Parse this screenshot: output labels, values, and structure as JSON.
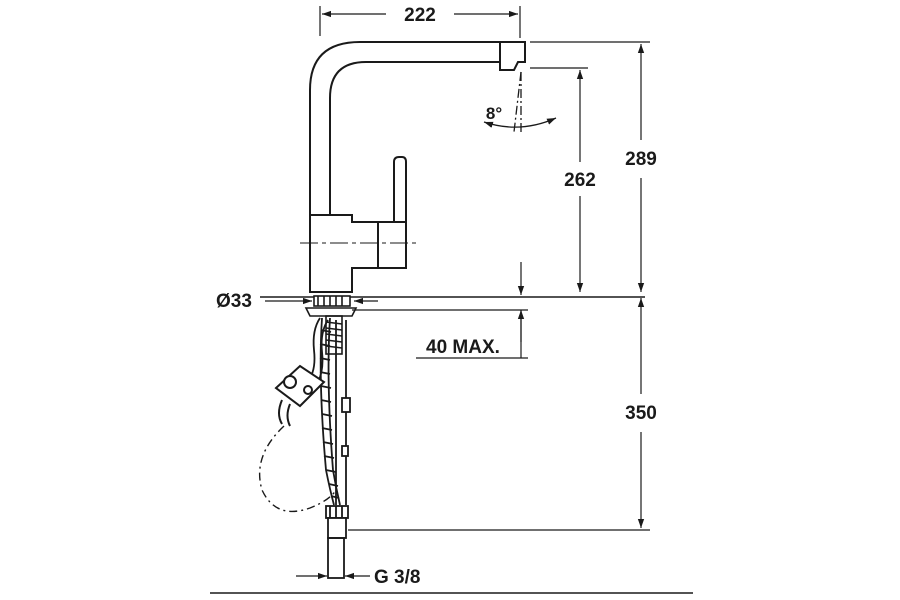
{
  "dimensions": {
    "spout_reach": "222",
    "total_height": "289",
    "spout_height": "262",
    "spout_angle": "8°",
    "hole_diameter": "Ø33",
    "max_deck_thickness": "40 MAX.",
    "hose_length": "350",
    "connection_thread": "G 3/8"
  },
  "colors": {
    "line": "#1a1a1a",
    "background": "#ffffff"
  }
}
